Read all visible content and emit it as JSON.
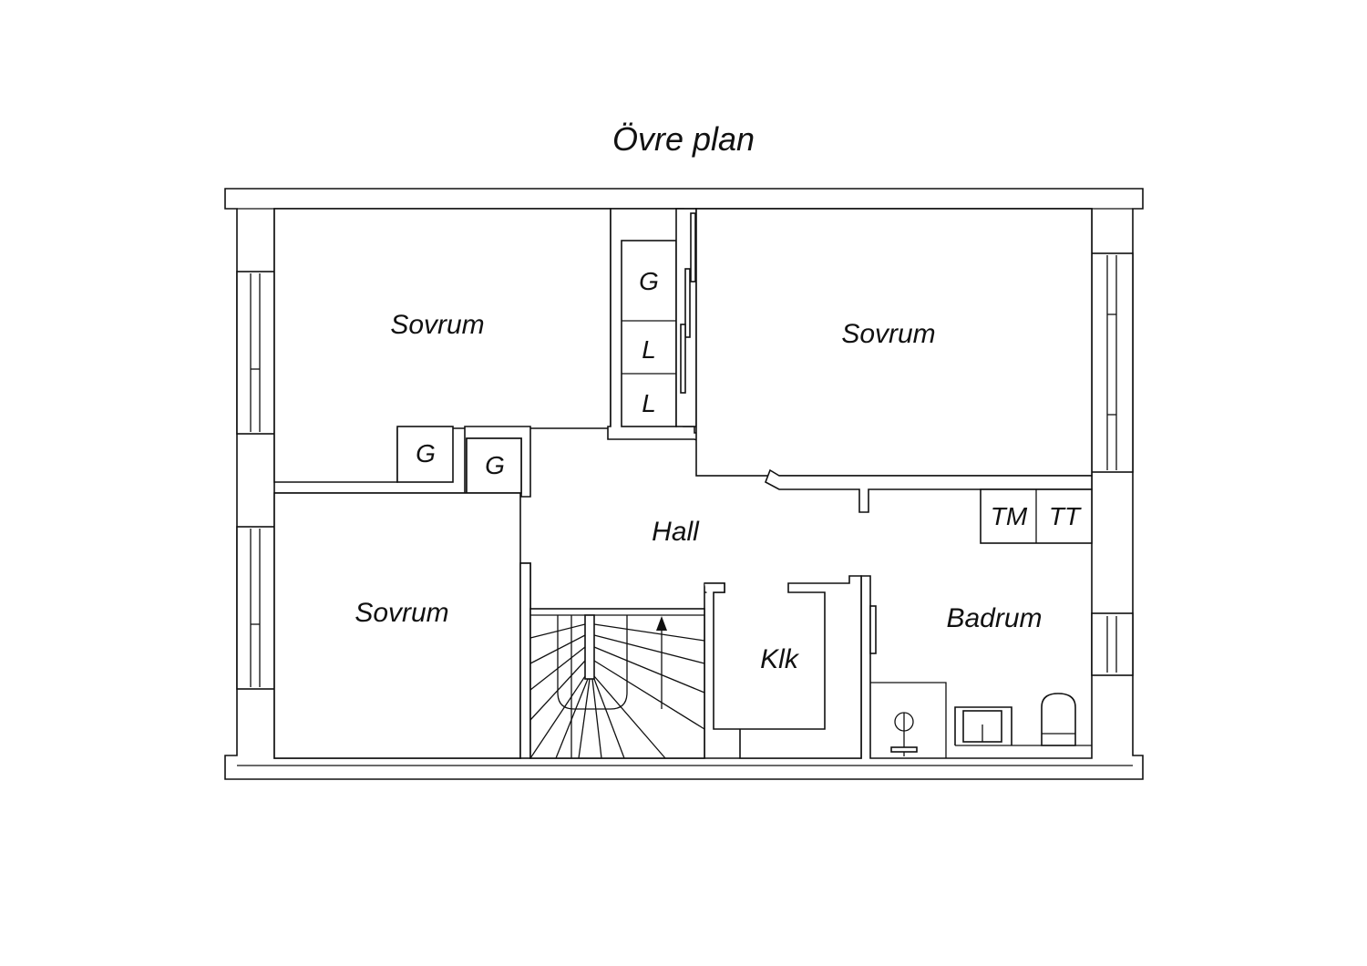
{
  "title": "Övre plan",
  "rooms": {
    "bedroom_top_left": "Sovrum",
    "bedroom_top_right": "Sovrum",
    "bedroom_bottom_left": "Sovrum",
    "hall": "Hall",
    "closet": "Klk",
    "bathroom": "Badrum"
  },
  "storage": {
    "wardrobe_1": "G",
    "wardrobe_2": "G",
    "wardrobe_3": "G",
    "linen_1": "L",
    "linen_2": "L",
    "washer": "TM",
    "dryer": "TT"
  }
}
